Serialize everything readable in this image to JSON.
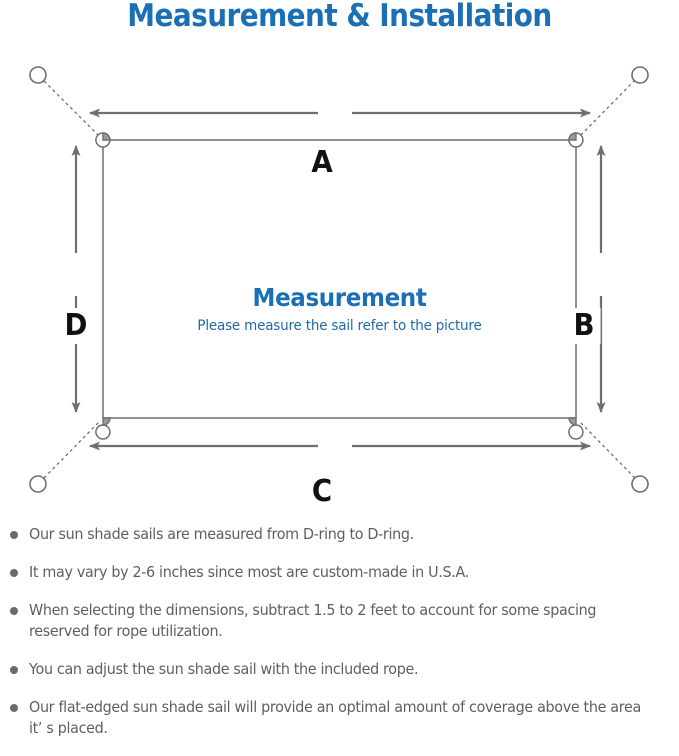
{
  "header": {
    "title": "Measurement & Installation",
    "title_color": "#1b6fb5"
  },
  "diagram": {
    "name": "sun-shade-sail-measurement-diagram",
    "center_heading": "Measurement",
    "center_subtext": "Please measure the sail refer to the picture",
    "center_heading_color": "#1b6fb5",
    "center_subtext_color": "#1f6aa8",
    "line_color": "#6f6f6f",
    "dimension_labels": {
      "top": "A",
      "right": "B",
      "bottom": "C",
      "left": "D"
    },
    "element_names": {
      "sail": "sail-rectangle",
      "d_ring": "d-ring",
      "anchor_point": "anchor-point-circle",
      "rope": "dotted-rope-line",
      "dimension_arrow": "dimension-arrow"
    }
  },
  "notes": [
    "Our sun shade sails are measured from D-ring to D-ring.",
    "It may vary by 2-6 inches since most are custom-made in U.S.A.",
    "When selecting the dimensions, subtract 1.5 to 2 feet to account for some spacing reserved for rope utilization.",
    "You can adjust the sun shade sail with the included rope.",
    "Our flat-edged sun shade sail will provide an optimal amount of coverage above the area it’ s placed."
  ],
  "notes_color": "#5f5f5f"
}
